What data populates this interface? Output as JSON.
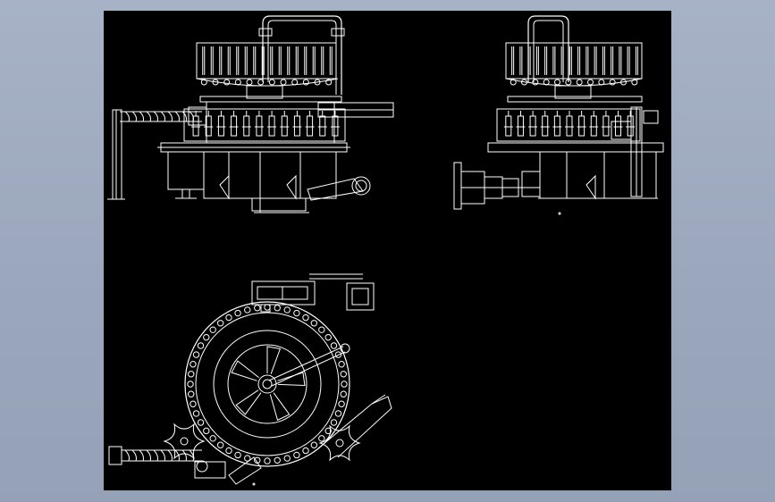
{
  "drawing": {
    "background": "#000000",
    "line_color": "#ffffff",
    "views": [
      {
        "name": "front-elevation"
      },
      {
        "name": "side-elevation"
      },
      {
        "name": "top-plan"
      }
    ]
  },
  "window": {
    "frame_color": "#9ea9bd"
  }
}
